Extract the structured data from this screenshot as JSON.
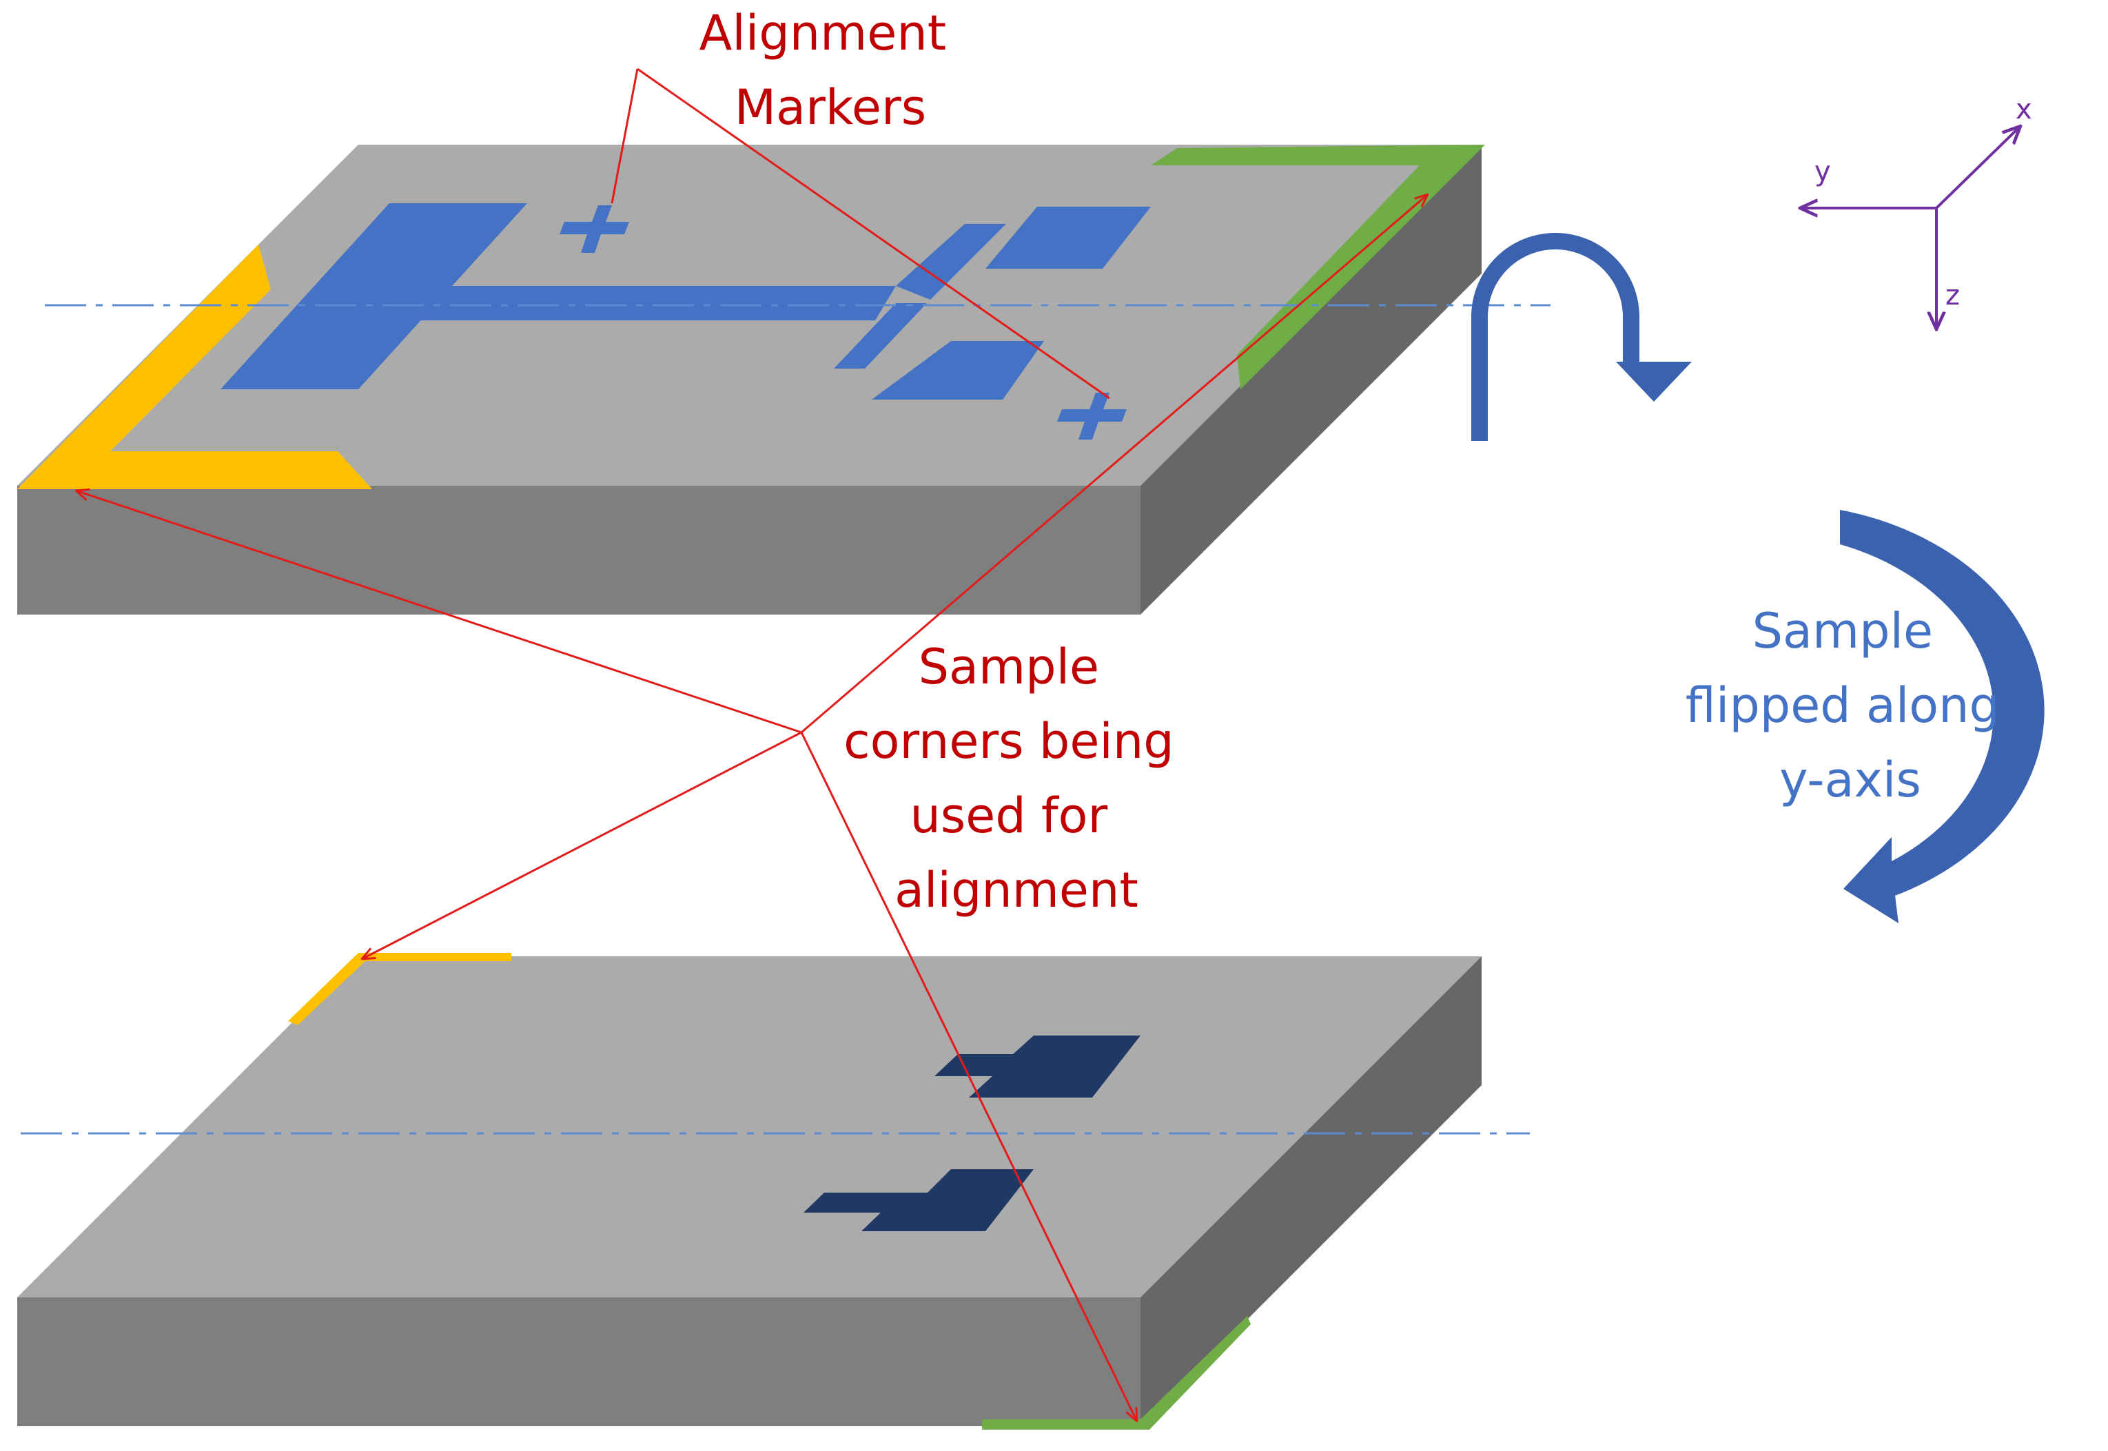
{
  "labels": {
    "alignment_markers": [
      "Alignment",
      "Markers"
    ],
    "sample_corners": [
      "Sample",
      "corners being",
      "used for",
      "alignment"
    ],
    "flip_description": [
      "Sample",
      "flipped along",
      "y-axis"
    ]
  },
  "axes": {
    "x": "x",
    "y": "y",
    "z": "z"
  },
  "colors": {
    "sample_top": "#ababab",
    "sample_front": "#7f7f7f",
    "sample_side": "#676767",
    "pattern_blue": "#4472c4",
    "pattern_dark_blue": "#1f3864",
    "corner_yellow": "#ffc000",
    "corner_green": "#70ad47",
    "annotation_red": "#e31b1b",
    "label_red": "#c00000",
    "flip_arrow_blue": "#3a62ae",
    "axis_purple": "#7030a0"
  },
  "icons": {
    "top_rotation": "u-turn-arrow-icon",
    "flip_rotation": "curved-down-arrow-icon"
  }
}
